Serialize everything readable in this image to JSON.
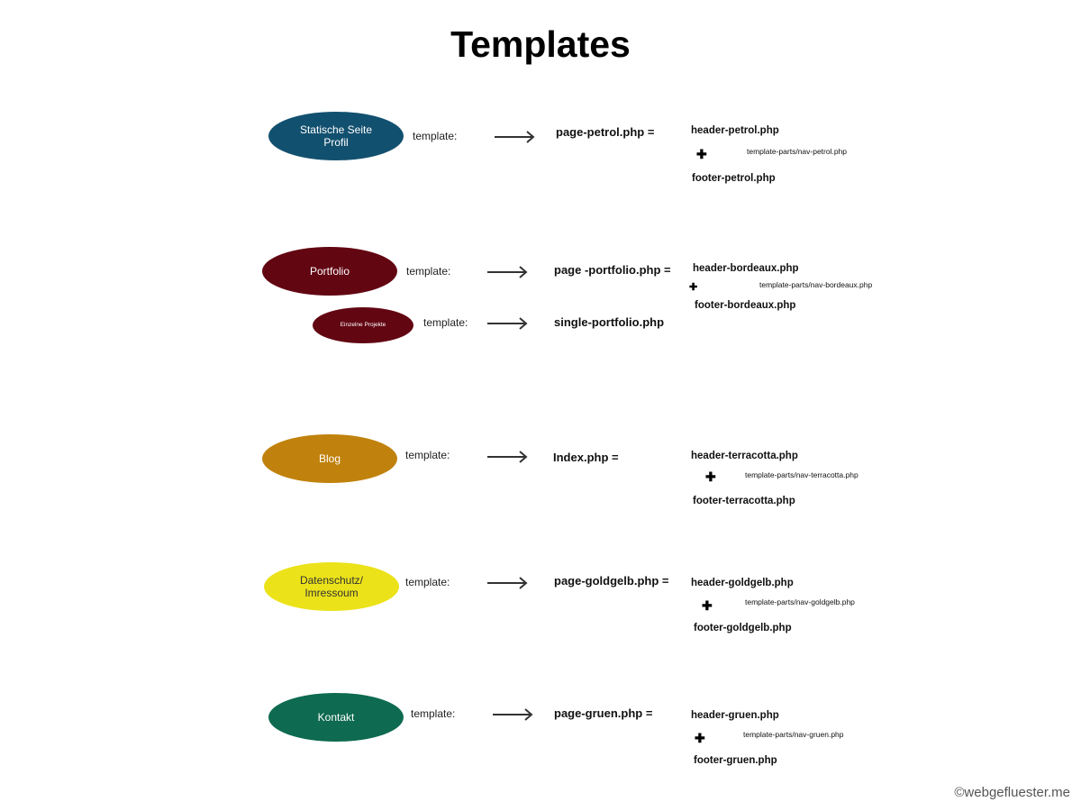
{
  "title": "Templates",
  "template_label": "template:",
  "plus": "✚",
  "rows": [
    {
      "label": "Statische Seite Profil",
      "color": "#12506f",
      "template": "page-petrol.php =",
      "header": "header-petrol.php",
      "nav": "template-parts/nav-petrol.php",
      "footer": "footer-petrol.php"
    },
    {
      "label": "Portfolio",
      "color": "#620612",
      "template": "page -portfolio.php =",
      "header": "header-bordeaux.php",
      "nav": "template-parts/nav-bordeaux.php",
      "footer": "footer-bordeaux.php"
    },
    {
      "label": "Einzelne Projekte",
      "color": "#620612",
      "template": "single-portfolio.php"
    },
    {
      "label": "Blog",
      "color": "#c0820c",
      "template": "Index.php =",
      "header": "header-terracotta.php",
      "nav": "template-parts/nav-terracotta.php",
      "footer": "footer-terracotta.php"
    },
    {
      "label": "Datenschutz/ Imressoum",
      "color": "#ebe21a",
      "template": "page-goldgelb.php =",
      "header": "header-goldgelb.php",
      "nav": "template-parts/nav-goldgelb.php",
      "footer": "footer-goldgelb.php"
    },
    {
      "label": "Kontakt",
      "color": "#0e6a50",
      "template": "page-gruen.php =",
      "header": "header-gruen.php",
      "nav": "template-parts/nav-gruen.php",
      "footer": "footer-gruen.php"
    }
  ],
  "watermark": "©webgefluester.me"
}
